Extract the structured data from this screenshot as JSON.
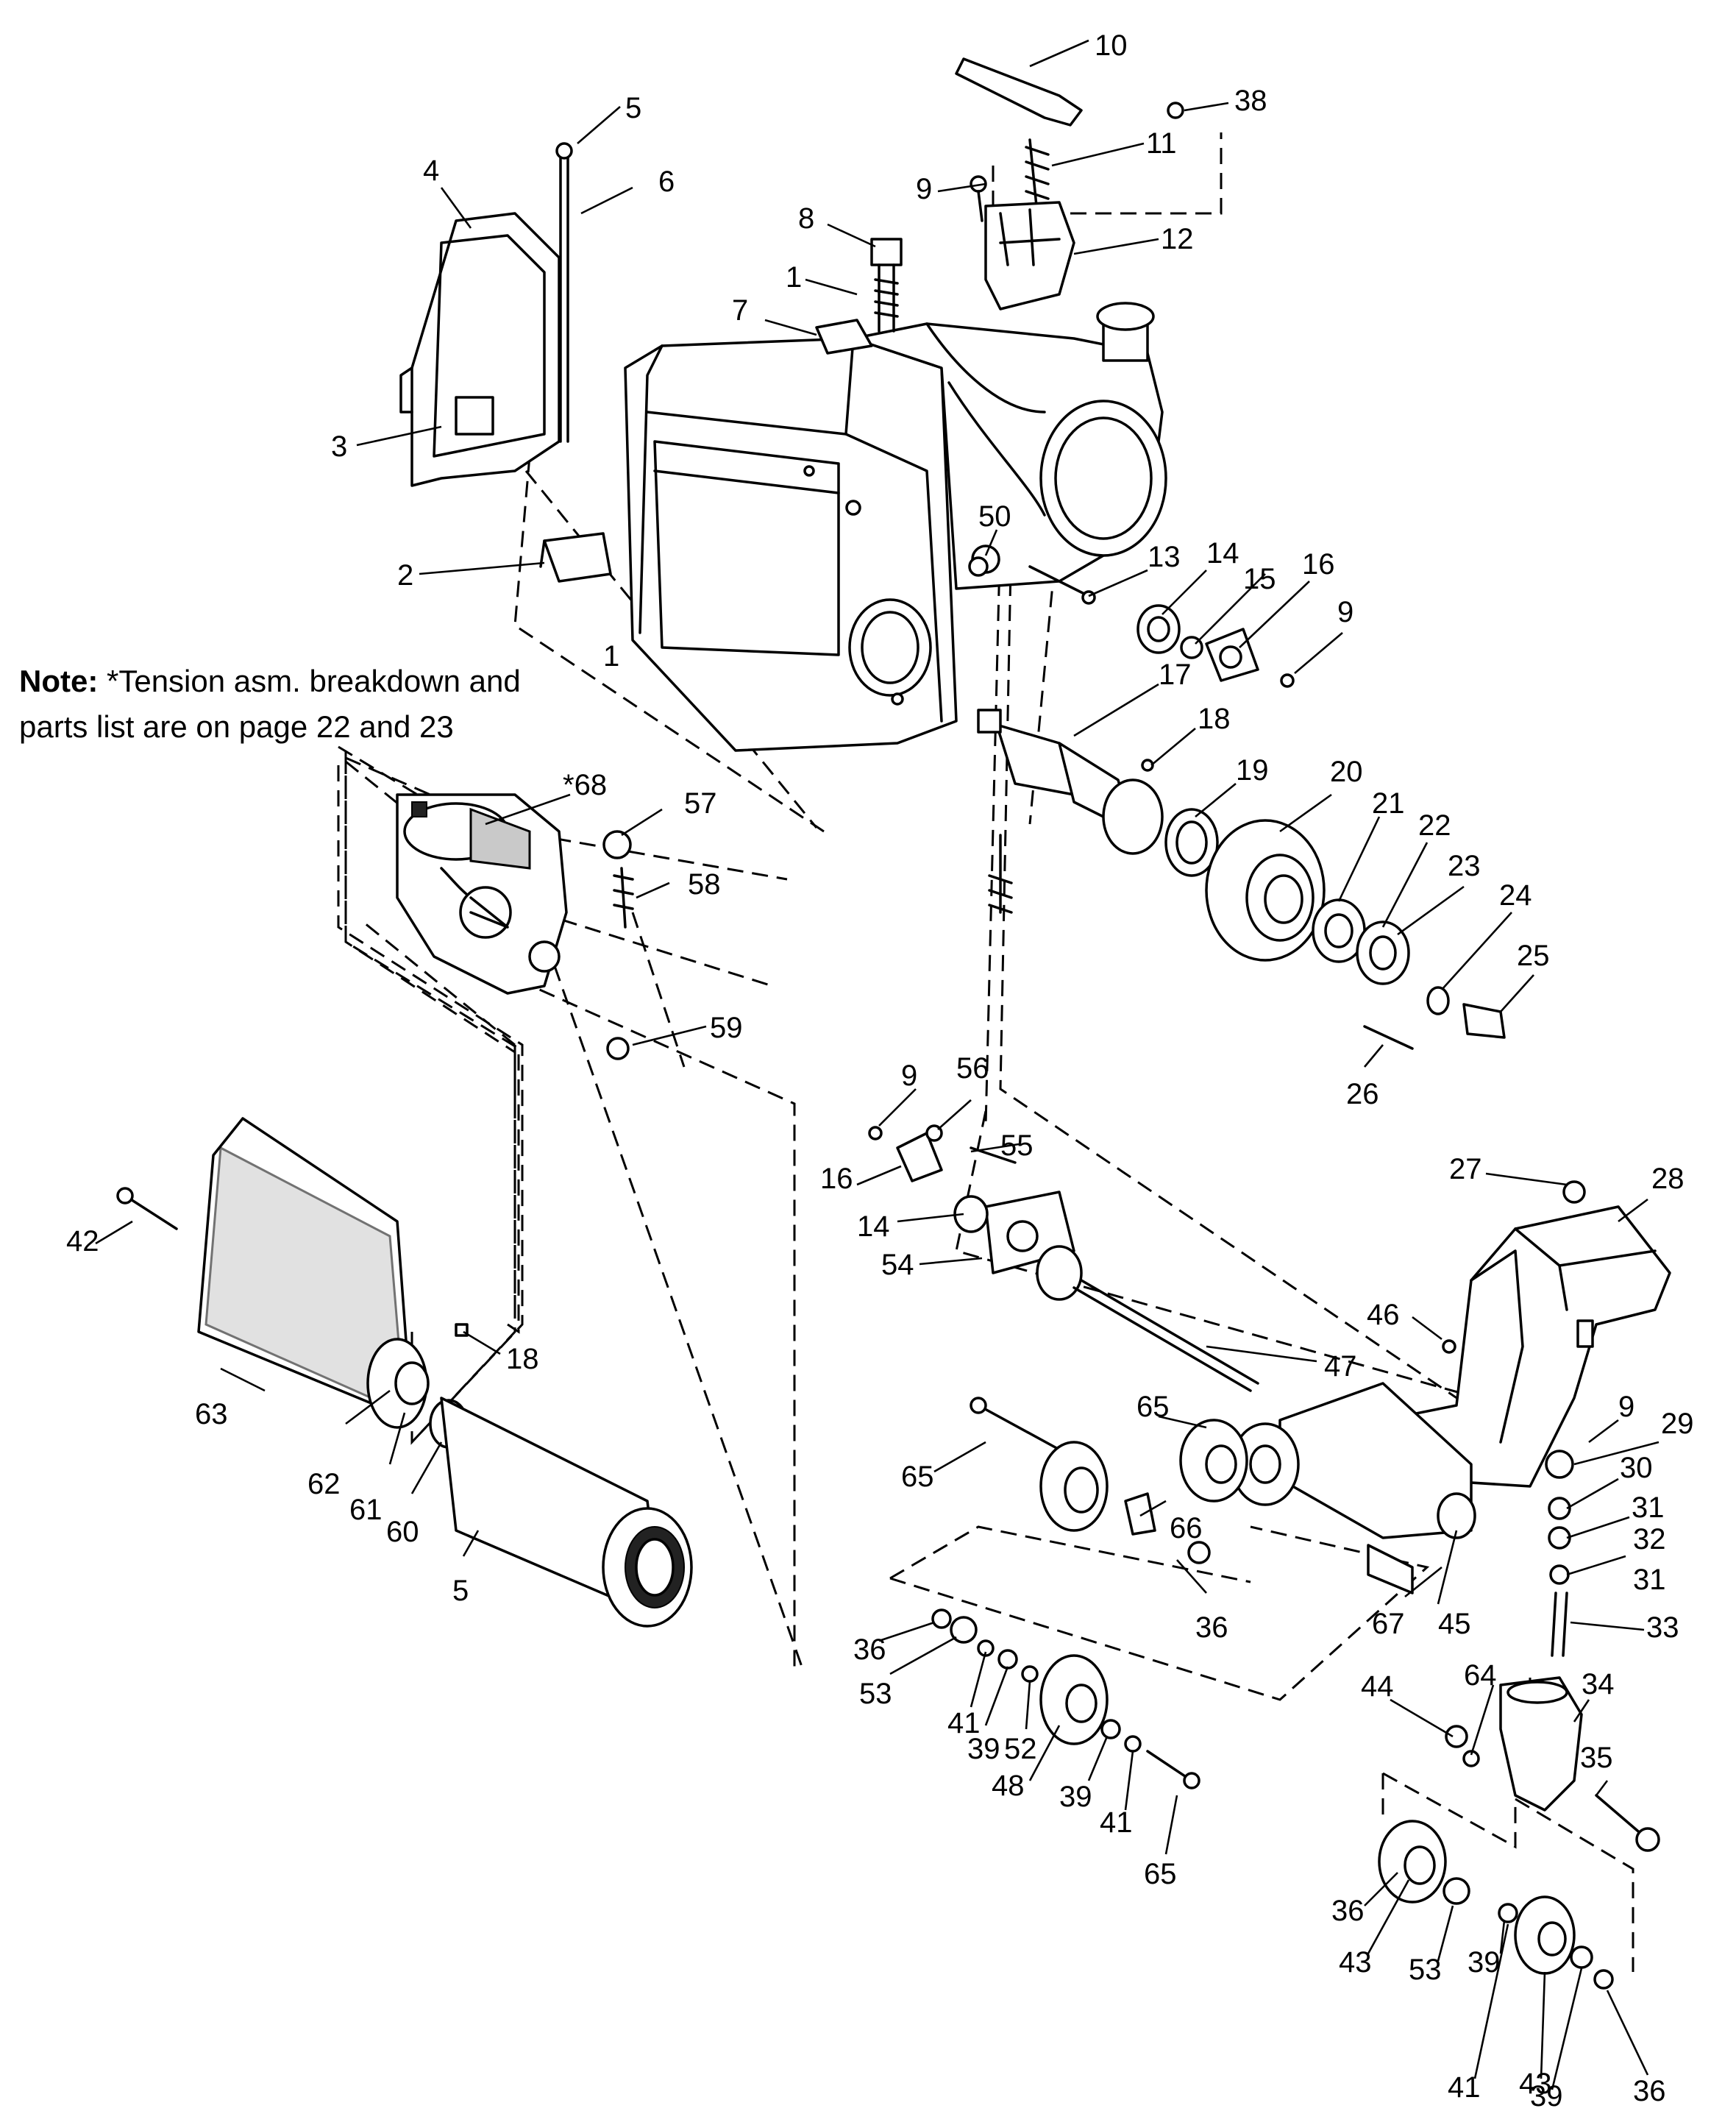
{
  "note": {
    "prefix": "Note:",
    "text_line1": "*Tension asm. breakdown and",
    "text_line2": "parts list are on page 22 and 23"
  },
  "callouts": [
    "10",
    "38",
    "5",
    "11",
    "6",
    "4",
    "9",
    "12",
    "8",
    "1",
    "7",
    "3",
    "2",
    "50",
    "13",
    "14",
    "15",
    "16",
    "9",
    "1",
    "17",
    "18",
    "*68",
    "57",
    "19",
    "20",
    "58",
    "21",
    "22",
    "23",
    "24",
    "25",
    "59",
    "26",
    "9",
    "56",
    "55",
    "16",
    "27",
    "28",
    "14",
    "54",
    "42",
    "46",
    "47",
    "18",
    "63",
    "65",
    "9",
    "29",
    "62",
    "61",
    "60",
    "65",
    "66",
    "30",
    "31",
    "32",
    "5",
    "36",
    "67",
    "45",
    "31",
    "33",
    "36",
    "53",
    "41",
    "39",
    "52",
    "44",
    "64",
    "34",
    "48",
    "39",
    "41",
    "35",
    "65",
    "36",
    "43",
    "53",
    "39",
    "41",
    "43",
    "39",
    "36"
  ]
}
